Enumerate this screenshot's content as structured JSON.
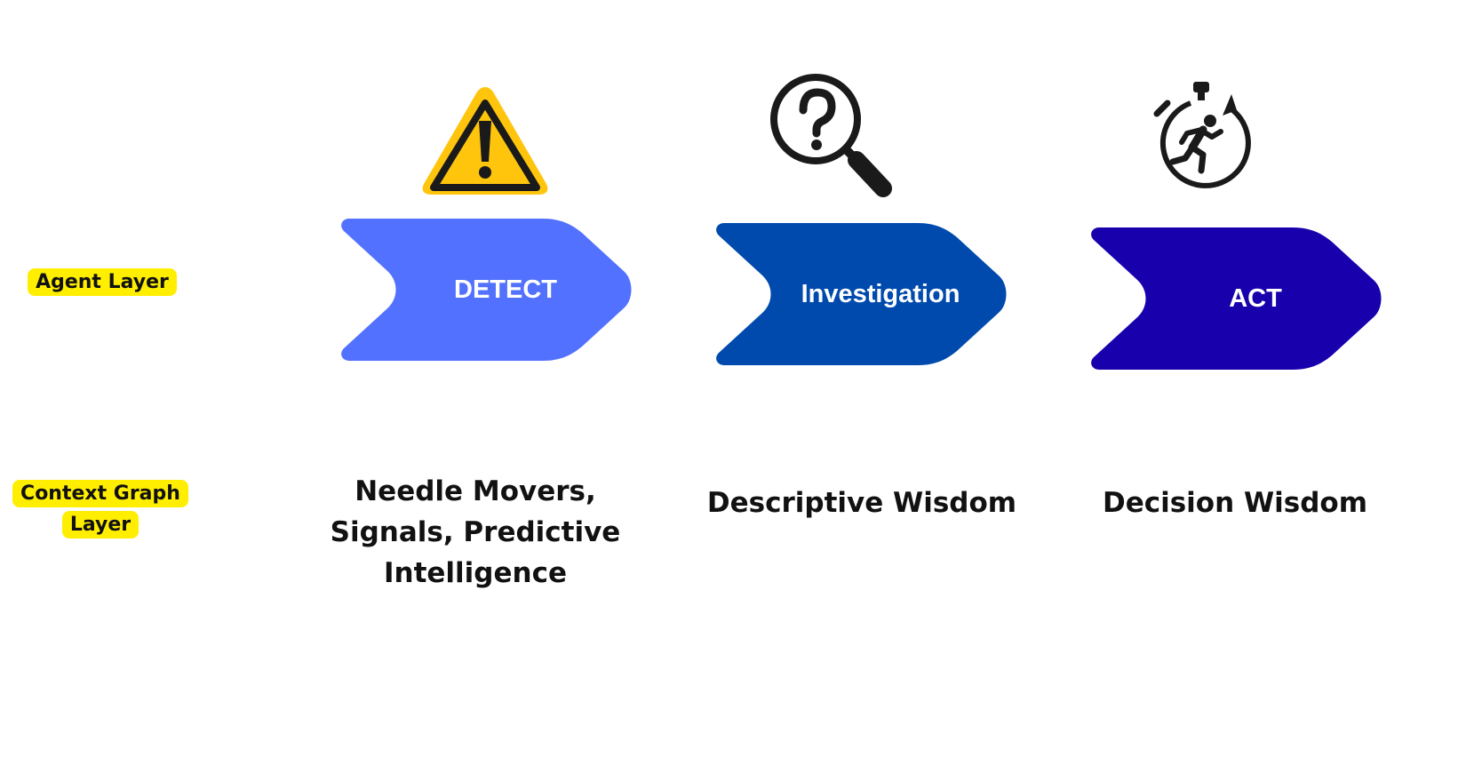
{
  "layers": {
    "agent_label": "Agent Layer",
    "context_label_line1": "Context Graph",
    "context_label_line2": "Layer"
  },
  "stages": [
    {
      "label": "DETECT",
      "color": "#5271ff",
      "icon": "warning-icon",
      "description_lines": [
        "Needle Movers,",
        "Signals, Predictive",
        "Intelligence"
      ]
    },
    {
      "label": "Investigation",
      "color": "#004aad",
      "icon": "magnifier-question-icon",
      "description_lines": [
        "Descriptive Wisdom"
      ]
    },
    {
      "label": "ACT",
      "color": "#1800ad",
      "icon": "stopwatch-runner-icon",
      "description_lines": [
        "Decision Wisdom"
      ]
    }
  ],
  "colors": {
    "highlight": "#ffee00",
    "warning_fill": "#ffc50d",
    "text": "#111111"
  }
}
